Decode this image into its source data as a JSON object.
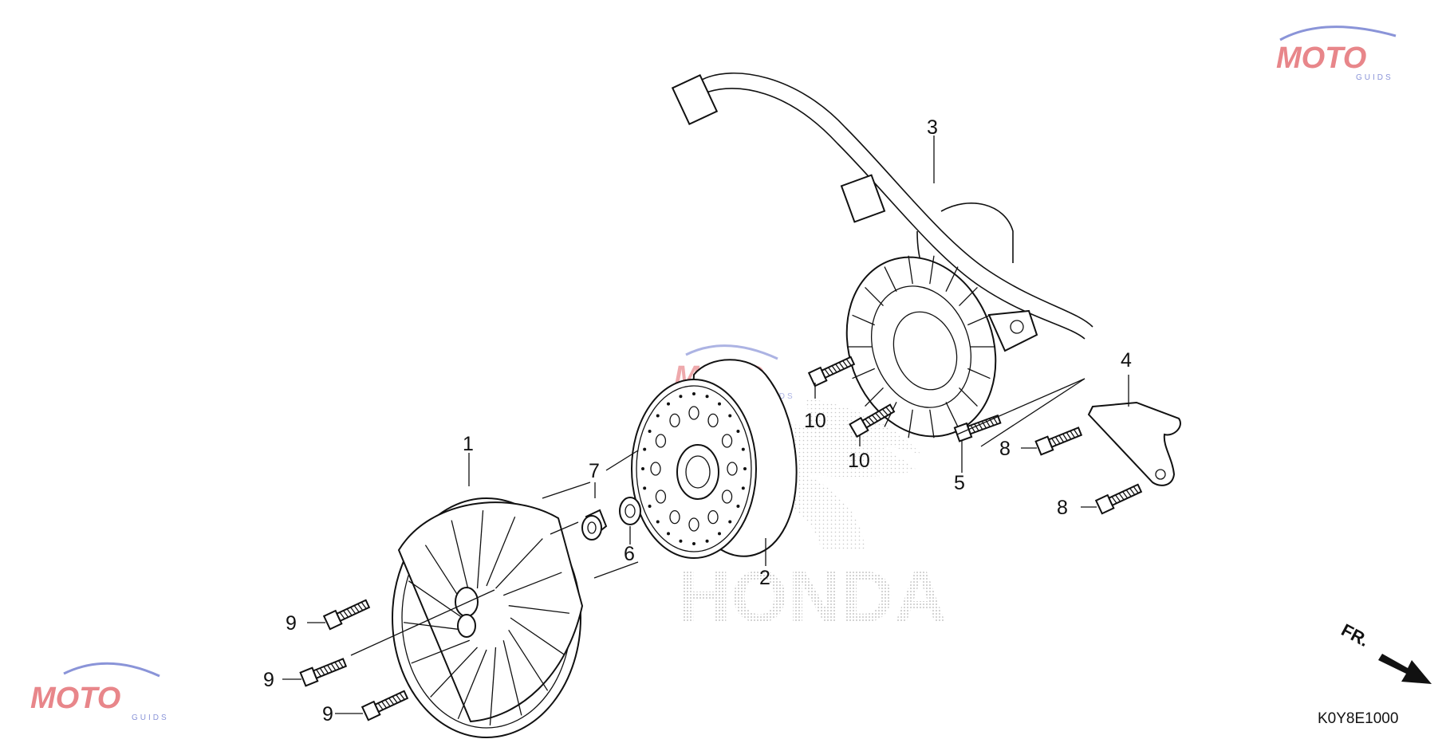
{
  "diagram": {
    "figure_code": "K0Y8E1000",
    "direction_marker": "FR.",
    "background_logo": "HONDA",
    "watermark": {
      "brand": "MOTO",
      "sub": "GUIDS"
    },
    "callouts": [
      {
        "id": "c1",
        "label": "1"
      },
      {
        "id": "c2",
        "label": "2"
      },
      {
        "id": "c3",
        "label": "3"
      },
      {
        "id": "c4",
        "label": "4"
      },
      {
        "id": "c5",
        "label": "5"
      },
      {
        "id": "c6",
        "label": "6"
      },
      {
        "id": "c7",
        "label": "7"
      },
      {
        "id": "c8a",
        "label": "8"
      },
      {
        "id": "c8b",
        "label": "8"
      },
      {
        "id": "c9a",
        "label": "9"
      },
      {
        "id": "c9b",
        "label": "9"
      },
      {
        "id": "c9c",
        "label": "9"
      },
      {
        "id": "c10a",
        "label": "10"
      },
      {
        "id": "c10b",
        "label": "10"
      }
    ],
    "colors": {
      "line": "#111111",
      "watermark_red": "#e8868a",
      "watermark_blue": "#8a94d8",
      "logo_dots": "#b5b5b5"
    }
  }
}
